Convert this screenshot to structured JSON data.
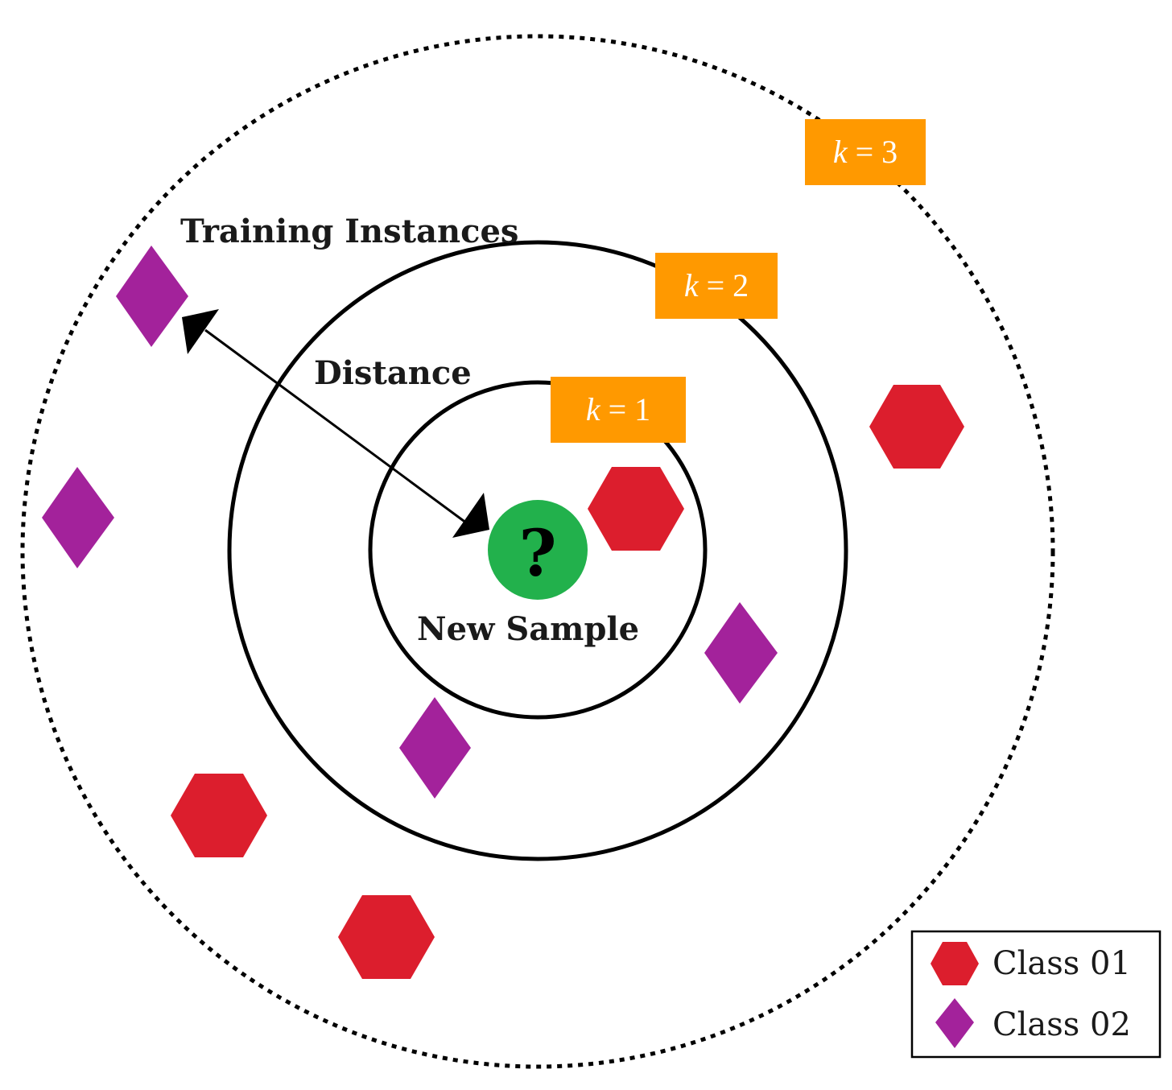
{
  "labels": {
    "training_instances": "Training Instances",
    "distance": "Distance",
    "new_sample": "New Sample",
    "query_symbol": "?"
  },
  "k_labels": [
    {
      "var": "k",
      "rest": " = 1"
    },
    {
      "var": "k",
      "rest": " = 2"
    },
    {
      "var": "k",
      "rest": " = 3"
    }
  ],
  "legend": {
    "items": [
      {
        "label": "Class 01",
        "shape": "hexagon-icon"
      },
      {
        "label": "Class 02",
        "shape": "diamond-icon"
      }
    ]
  },
  "colors": {
    "class_01": "#dc1e2d",
    "class_02": "#a3229b",
    "new_sample": "#22b14c",
    "k_label_bg": "#ff9900",
    "k_label_text": "#ffffff",
    "stroke": "#000000"
  }
}
